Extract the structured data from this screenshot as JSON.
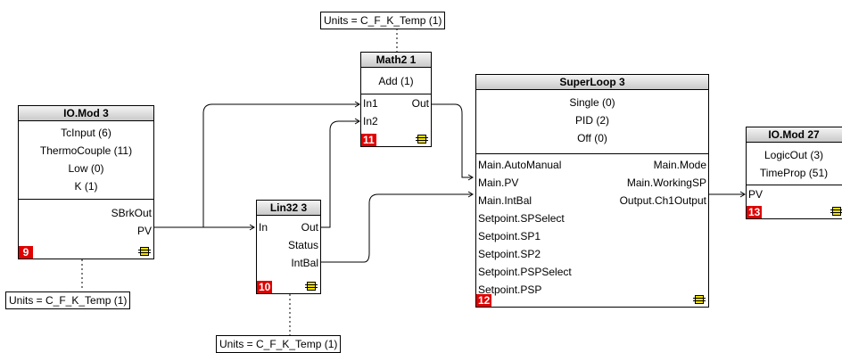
{
  "units_label": "Units = C_F_K_Temp (1)",
  "blocks": {
    "iomod3": {
      "title": "IO.Mod 3",
      "params": [
        "TcInput (6)",
        "ThermoCouple (11)",
        "Low (0)",
        "K (1)"
      ],
      "outputs": [
        "SBrkOut",
        "PV"
      ],
      "number": "9"
    },
    "lin32": {
      "title": "Lin32 3",
      "in": "In",
      "outputs": [
        "Out",
        "Status",
        "IntBal"
      ],
      "number": "10"
    },
    "math2": {
      "title": "Math2 1",
      "params": [
        "Add (1)"
      ],
      "inputs": [
        "In1",
        "In2"
      ],
      "output": "Out",
      "number": "11"
    },
    "superloop": {
      "title": "SuperLoop 3",
      "params": [
        "Single (0)",
        "PID (2)",
        "Off (0)"
      ],
      "rows_left": [
        "Main.AutoManual",
        "Main.PV",
        "Main.IntBal",
        "Setpoint.SPSelect",
        "Setpoint.SP1",
        "Setpoint.SP2",
        "Setpoint.PSPSelect",
        "Setpoint.PSP"
      ],
      "rows_right": [
        "Main.Mode",
        "Main.WorkingSP",
        "Output.Ch1Output"
      ],
      "number": "12"
    },
    "iomod27": {
      "title": "IO.Mod 27",
      "params": [
        "LogicOut (3)",
        "TimeProp (51)"
      ],
      "input": "PV",
      "number": "13"
    }
  },
  "colors": {
    "block_number_bg": "#e00000",
    "chip": "#f2e000"
  }
}
